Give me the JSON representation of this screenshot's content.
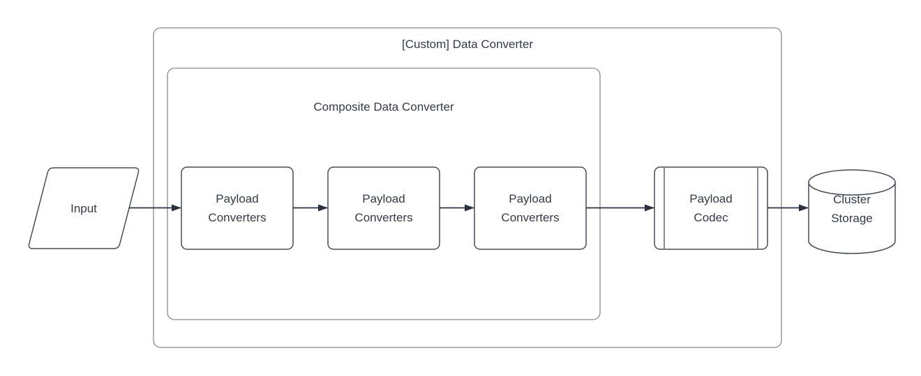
{
  "colors": {
    "background": "#ffffff",
    "container_stroke": "#848b94",
    "shape_stroke": "#454c59",
    "arrow": "#2a3240",
    "text": "#333a47"
  },
  "diagram": {
    "outer_container": {
      "title": "[Custom] Data Converter"
    },
    "inner_container": {
      "title": "Composite Data Converter"
    },
    "input": {
      "label": "Input"
    },
    "payload_converters": [
      {
        "label": "Payload\nConverters"
      },
      {
        "label": "Payload\nConverters"
      },
      {
        "label": "Payload\nConverters"
      }
    ],
    "payload_codec": {
      "label": "Payload\nCodec"
    },
    "cluster_storage": {
      "label": "Cluster\nStorage"
    },
    "flow": "Input -> Payload Converters -> Payload Converters -> Payload Converters -> Payload Codec -> Cluster Storage"
  }
}
